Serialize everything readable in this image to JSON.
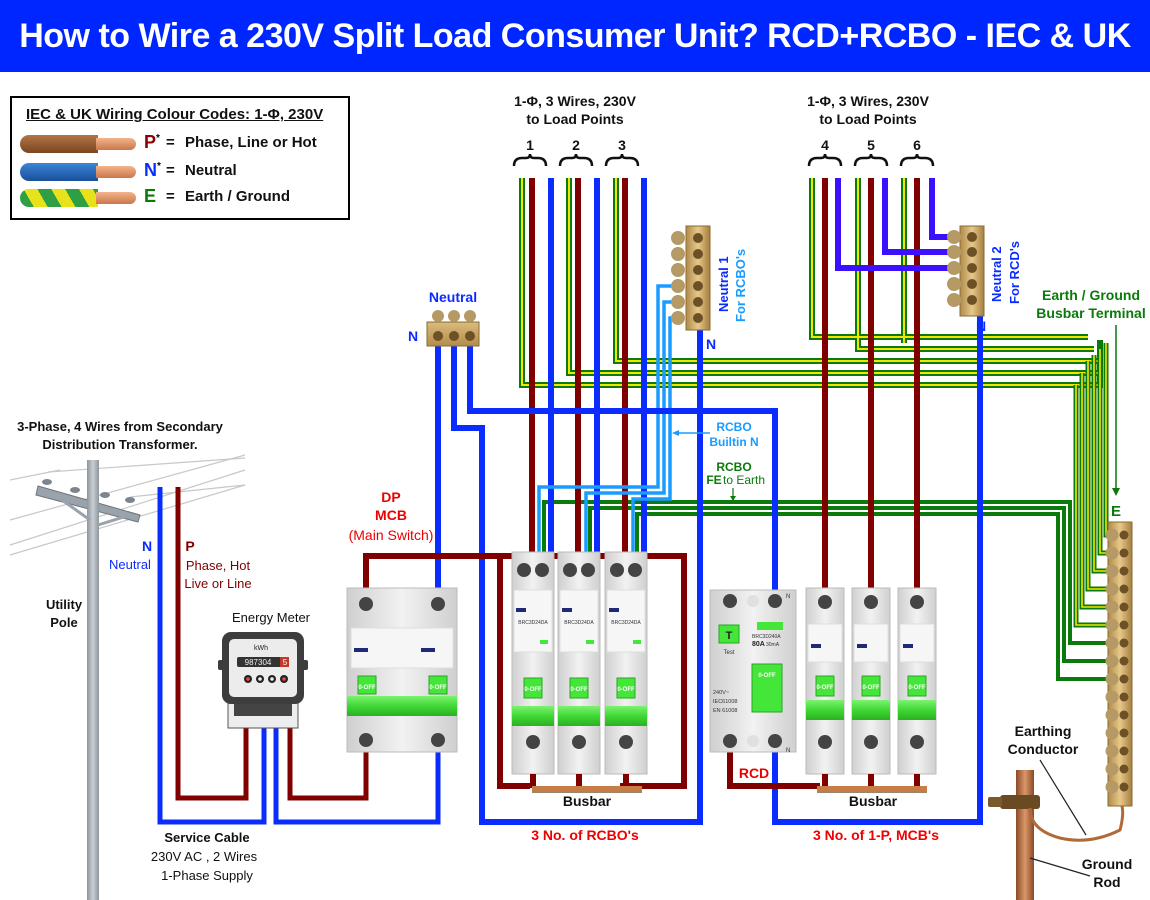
{
  "title": "How to Wire a 230V Split Load Consumer Unit? RCD+RCBO - IEC & UK",
  "colors": {
    "title_bg": "#0026ff",
    "phase": "#800000",
    "neutral": "#0a2cff",
    "neutral_rcd": "#3a10ff",
    "neutral_rcbo": "#1a9bff",
    "earth_green": "#0a7a0a",
    "earth_yellow": "#f2e600",
    "label_red": "#ee0000",
    "label_green": "#0a7a0a",
    "label_blue": "#0a2cff",
    "label_lightblue": "#1a9bff",
    "breaker_green": "#44e63a"
  },
  "legend": {
    "title": "IEC & UK Wiring Colour Codes: 1-Φ, 230V",
    "items": [
      {
        "symbol": "P",
        "star": "*",
        "eq": "=",
        "text": "Phase, Line or  Hot",
        "color": "#8b0000",
        "wire": "brown"
      },
      {
        "symbol": "N",
        "star": "*",
        "eq": "=",
        "text": "Neutral",
        "color": "#0a2cff",
        "wire": "blue"
      },
      {
        "symbol": "E",
        "star": "",
        "eq": "=",
        "text": "Earth / Ground",
        "color": "#0a7a0a",
        "wire": "green-yellow"
      }
    ]
  },
  "load_groups": [
    {
      "line1": "1-Φ, 3 Wires, 230V",
      "line2": "to Load Points",
      "points": [
        "1",
        "2",
        "3"
      ]
    },
    {
      "line1": "1-Φ, 3 Wires, 230V",
      "line2": "to Load Points",
      "points": [
        "4",
        "5",
        "6"
      ]
    }
  ],
  "supply": {
    "transformer_line1": "3-Phase, 4 Wires from Secondary",
    "transformer_line2": "Distribution Transformer.",
    "pole_line1": "Utility",
    "pole_line2": "Pole",
    "n_symbol": "N",
    "n_text": "Neutral",
    "p_symbol": "P",
    "p_text1": "Phase, Hot",
    "p_text2": "Live or Line",
    "service_title": "Service Cable",
    "service_line1": "230V AC , 2 Wires",
    "service_line2": "1-Phase Supply"
  },
  "meter": {
    "label": "Energy Meter",
    "unit": "kWh",
    "reading": "987304",
    "last_digit": "5"
  },
  "main_switch": {
    "line1": "DP",
    "line2": "MCB",
    "line3": "(Main Switch)",
    "toggle": "0-OFF"
  },
  "neutral_main": {
    "title": "Neutral",
    "n": "N"
  },
  "neutral1": {
    "line1": "Neutral 1",
    "line2": "For RCBO's",
    "n": "N"
  },
  "neutral2": {
    "line1": "Neutral 2",
    "line2": "For RCD's",
    "n": "N"
  },
  "earth_bus": {
    "line1": "Earth / Ground",
    "line2": "Busbar Terminal",
    "e": "E"
  },
  "rcbo_notes": {
    "builtin_line1": "RCBO",
    "builtin_line2": "Builtin N",
    "fe_line1": "RCBO",
    "fe_bold": "FE",
    "fe_rest": "to Earth"
  },
  "rcbos": {
    "model": "BRC3D24DA",
    "toggle": "0-OFF",
    "busbar": "Busbar",
    "caption": "3 No. of RCBO's",
    "count": 3
  },
  "rcd": {
    "label": "RCD",
    "test": "T",
    "test_label": "Test",
    "model": "BRC3D240A",
    "rating": "80A",
    "sensitivity": "30mA",
    "voltage": "240V~",
    "std1": "IEC61008",
    "std2": "EN 61008",
    "toggle": "0-OFF",
    "n": "N"
  },
  "mcbs": {
    "toggle": "0-OFF",
    "busbar": "Busbar",
    "caption": "3 No. of 1-P, MCB's",
    "count": 3
  },
  "grounding": {
    "conductor_line1": "Earthing",
    "conductor_line2": "Conductor",
    "rod_line1": "Ground",
    "rod_line2": "Rod"
  }
}
